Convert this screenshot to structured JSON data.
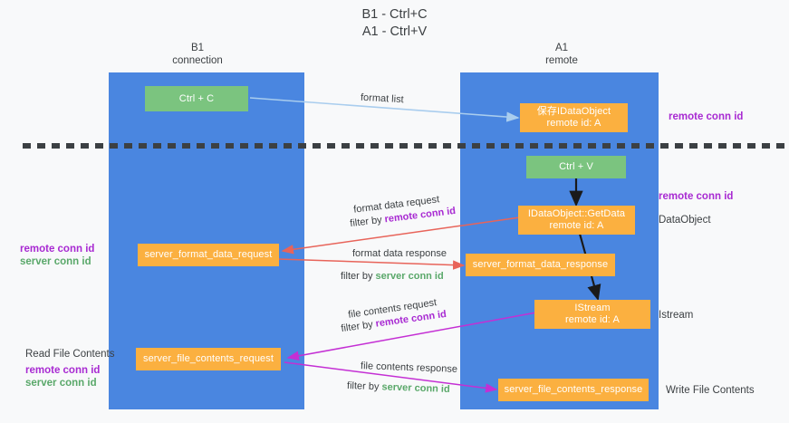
{
  "title": {
    "line1": "B1 - Ctrl+C",
    "line2": "A1 - Ctrl+V"
  },
  "columns": [
    {
      "id": "b1",
      "head_line1": "B1",
      "head_line2": "connection",
      "color": "#4a86e0"
    },
    {
      "id": "a1",
      "head_line1": "A1",
      "head_line2": "remote",
      "color": "#4a86e0"
    }
  ],
  "nodes": {
    "ctrl_c": {
      "label": "Ctrl + C",
      "color": "#7bc47f"
    },
    "ctrl_v": {
      "label": "Ctrl + V",
      "color": "#7bc47f"
    },
    "idataobject_save": {
      "line1": "保存IDataObject",
      "line2": "remote id: A",
      "color": "#fbb040"
    },
    "idataobject_getdata": {
      "line1": "IDataObject::GetData",
      "line2": "remote id: A",
      "color": "#fbb040"
    },
    "server_format_data_request": {
      "label": "server_format_data_request",
      "color": "#fbb040"
    },
    "server_format_data_response": {
      "label": "server_format_data_response",
      "color": "#fbb040"
    },
    "istream": {
      "line1": "IStream",
      "line2": "remote id: A",
      "color": "#fbb040"
    },
    "server_file_contents_request": {
      "label": "server_file_contents_request",
      "color": "#fbb040"
    },
    "server_file_contents_response": {
      "label": "server_file_contents_response",
      "color": "#fbb040"
    }
  },
  "edge_labels": {
    "format_list": "format list",
    "format_data_request": "format data request",
    "format_data_request_filter_prefix": "filter by ",
    "format_data_request_filter_key": "remote conn id",
    "format_data_response": "format data response",
    "format_data_response_filter_prefix": "filter by ",
    "format_data_response_filter_key": "server conn id",
    "file_contents_request": "file contents request",
    "file_contents_request_filter_prefix": "filter by ",
    "file_contents_request_filter_key": "remote conn id",
    "file_contents_response": "file contents response",
    "file_contents_response_filter_prefix": "filter by ",
    "file_contents_response_filter_key": "server conn id"
  },
  "right_notes": {
    "remote_conn_id_top": "remote conn id",
    "remote_conn_id_mid": "remote conn id",
    "dataobject": "DataObject",
    "istream": "Istream",
    "write_file_contents": "Write File Contents"
  },
  "left_notes": {
    "remote_conn_id_1": "remote conn id",
    "server_conn_id_1": "server conn id",
    "read_file_contents": "Read File Contents",
    "remote_conn_id_2": "remote conn id",
    "server_conn_id_2": "server conn id"
  },
  "colors": {
    "column_blue": "#4a86e0",
    "node_green": "#7bc47f",
    "node_orange": "#fbb040",
    "arrow_lightblue": "#a9cdee",
    "arrow_red": "#e8645a",
    "arrow_magenta": "#c42fd4",
    "arrow_black": "#1a1a1a",
    "key_purple": "#a82ad2",
    "key_green": "#5aa86a",
    "background": "#f8f9fa"
  }
}
